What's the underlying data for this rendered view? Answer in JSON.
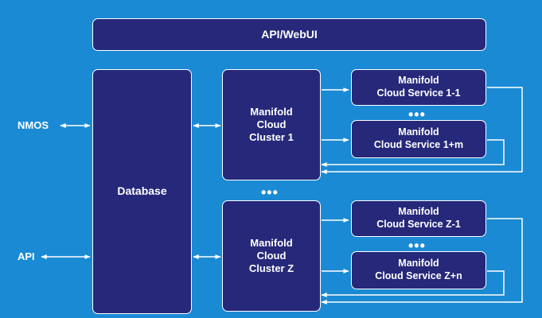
{
  "colors": {
    "background": "#1a8ad4",
    "box_fill": "#26287a",
    "stroke": "#ffffff"
  },
  "api_webui": {
    "label": "API/WebUI"
  },
  "database": {
    "label": "Database"
  },
  "external": {
    "nmos": "NMOS",
    "api": "API"
  },
  "clusters": [
    {
      "lines": [
        "Manifold",
        "Cloud",
        "Cluster 1"
      ]
    },
    {
      "lines": [
        "Manifold",
        "Cloud",
        "Cluster Z"
      ]
    }
  ],
  "services": [
    {
      "lines": [
        "Manifold",
        "Cloud Service 1-1"
      ]
    },
    {
      "lines": [
        "Manifold",
        "Cloud Service 1+m"
      ]
    },
    {
      "lines": [
        "Manifold",
        "Cloud Service Z-1"
      ]
    },
    {
      "lines": [
        "Manifold",
        "Cloud Service Z+n"
      ]
    }
  ],
  "ellipsis": "•••"
}
